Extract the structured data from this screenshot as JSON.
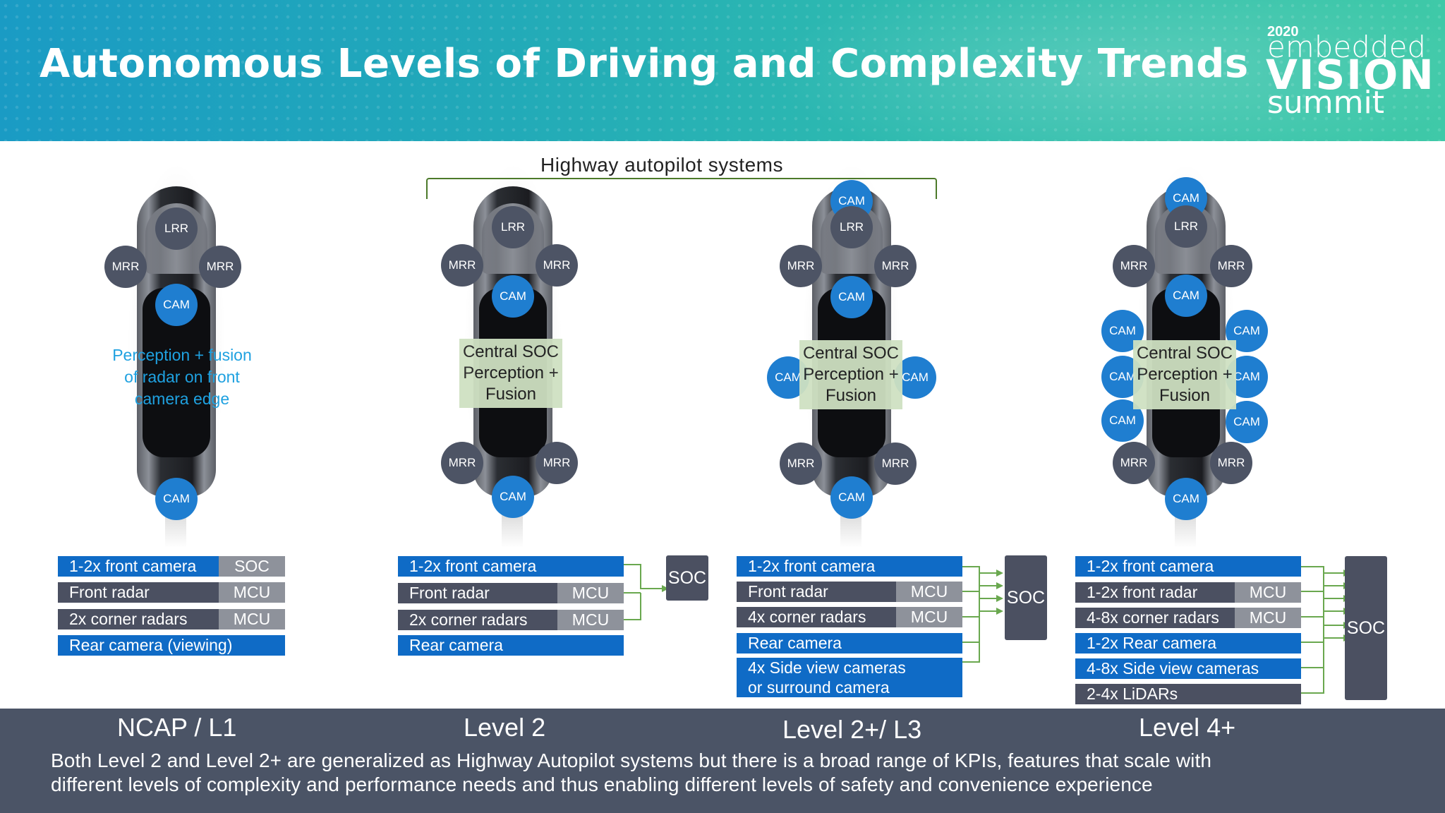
{
  "header": {
    "title": "Autonomous Levels of Driving and Complexity Trends",
    "logo": {
      "year": "2020",
      "line1": "embedded",
      "line2": "VISION",
      "line3": "summit"
    }
  },
  "highway_label": "Highway autopilot systems",
  "sensor_labels": {
    "cam": "CAM",
    "lrr": "LRR",
    "mrr": "MRR"
  },
  "level1": {
    "perception_text": "Perception + fusion of radar on front camera edge",
    "rows": [
      {
        "label": "1-2x front camera",
        "tag": "SOC"
      },
      {
        "label": "Front radar",
        "tag": "MCU"
      },
      {
        "label": "2x corner radars",
        "tag": "MCU"
      },
      {
        "label": "Rear camera (viewing)"
      }
    ]
  },
  "level2": {
    "central": [
      "Central SOC",
      "Perception +",
      "Fusion"
    ],
    "rows": [
      {
        "label": "1-2x front camera"
      },
      {
        "label": "Front radar",
        "tag": "MCU"
      },
      {
        "label": "2x corner radars",
        "tag": "MCU"
      },
      {
        "label": "Rear camera"
      }
    ],
    "soc": "SOC"
  },
  "level3": {
    "central": [
      "Central SOC",
      "Perception +",
      "Fusion"
    ],
    "rows": [
      {
        "label": "1-2x front camera"
      },
      {
        "label": "Front radar",
        "tag": "MCU"
      },
      {
        "label": "4x corner radars",
        "tag": "MCU"
      },
      {
        "label": "Rear camera"
      },
      {
        "label": "4x Side view cameras",
        "label2": "or surround camera"
      }
    ],
    "soc": "SOC"
  },
  "level4": {
    "central": [
      "Central SOC",
      "Perception +",
      "Fusion"
    ],
    "rows": [
      {
        "label": "1-2x front camera"
      },
      {
        "label": "1-2x front radar",
        "tag": "MCU"
      },
      {
        "label": "4-8x corner radars",
        "tag": "MCU"
      },
      {
        "label": "1-2x Rear camera"
      },
      {
        "label": "4-8x Side view cameras"
      },
      {
        "label": "2-4x LiDARs"
      }
    ],
    "soc": "SOC"
  },
  "footer": {
    "levels": [
      "NCAP / L1",
      "Level 2",
      "Level 2+/ L3",
      "Level 4+"
    ],
    "note_line1": "Both Level 2 and Level 2+ are generalized as Highway Autopilot systems but there is a broad range of KPIs, features that scale with",
    "note_line2": "different levels of complexity and performance needs and thus enabling different levels of safety and convenience experience"
  },
  "colors": {
    "camera_blue": "#1f7ed0",
    "radar_gray": "#4d5465",
    "box_blue": "#0f6bc6",
    "box_dark": "#4b5061",
    "tag_gray": "#8e929b",
    "fusion_green": "#cfe1c2",
    "connector_green": "#6aa84f"
  }
}
